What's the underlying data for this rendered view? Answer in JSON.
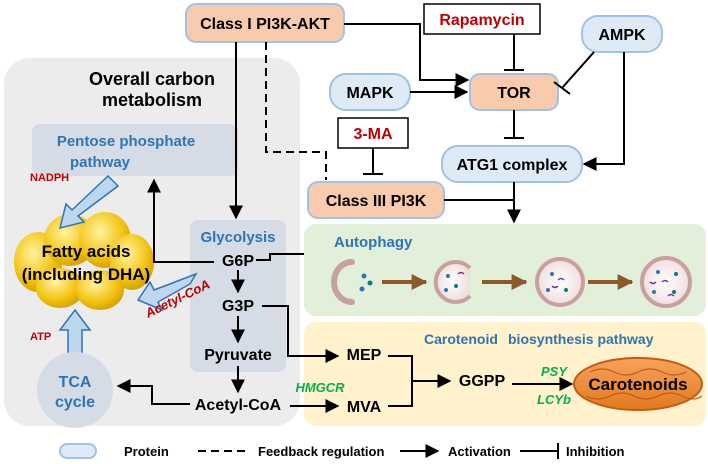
{
  "carbon_panel": {
    "title_line1": "Overall carbon",
    "title_line2": "metabolism"
  },
  "pentose": {
    "line1": "Pentose phosphate",
    "line2": "pathway"
  },
  "fatty_acids": {
    "line1": "Fatty acids",
    "line2": "(including DHA)"
  },
  "cofactors": {
    "nadph": "NADPH",
    "atp": "ATP",
    "acetyl_coa": "Acetyl-CoA"
  },
  "tca": {
    "line1": "TCA",
    "line2": "cycle"
  },
  "glycolysis": {
    "title": "Glycolysis",
    "g6p": "G6P",
    "g3p": "G3P",
    "pyruvate": "Pyruvate",
    "acetyl_coa": "Acetyl-CoA"
  },
  "signaling": {
    "pi3k_akt": "Class I PI3K-AKT",
    "rapamycin": "Rapamycin",
    "ampk": "AMPK",
    "mapk": "MAPK",
    "tor": "TOR",
    "three_ma": "3-MA",
    "atg1": "ATG1 complex",
    "pi3k3": "Class III PI3K"
  },
  "autophagy": {
    "title": "Autophagy"
  },
  "carotenoid": {
    "title_part1": "Carotenoid",
    "title_part2": "biosynthesis pathway",
    "mep": "MEP",
    "mva": "MVA",
    "hmgcr": "HMGCR",
    "ggpp": "GGPP",
    "psy": "PSY",
    "lcyb": "LCYb",
    "product": "Carotenoids"
  },
  "legend": {
    "protein": "Protein",
    "feedback": "Feedback regulation",
    "activation": "Activation",
    "inhibition": "Inhibition"
  },
  "colors": {
    "blue_text": "#2e75b6",
    "red_text": "#c00000",
    "green_text": "#00b050",
    "protein_fill": "#deebf7",
    "pi3k_fill": "#f8cbad",
    "gray_panel": "#ececec",
    "autophagy_panel": "#e2efd9",
    "carotenoid_panel": "#fff2cc"
  }
}
